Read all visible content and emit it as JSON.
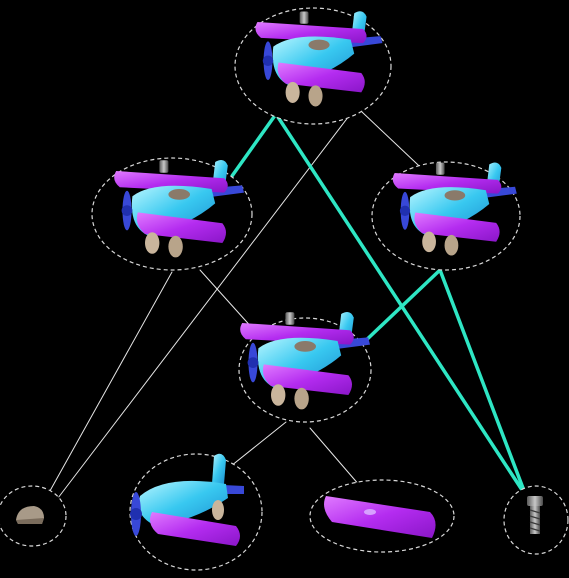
{
  "colors": {
    "background": "#000000",
    "node_outline": "#d9d9d9",
    "thin_edge": "#e6e6e6",
    "highlight_edge": "#2ee6c4",
    "wing_magenta": "#b42cf0",
    "wing_magenta_light": "#d25cff",
    "fuselage_cyan": "#38c8f0",
    "fuselage_light": "#8ff0ff",
    "propeller_blue": "#3848d8",
    "wheel_beige": "#c9b59c",
    "screw_grey": "#8c8c8c",
    "block_grey": "#a89a88"
  },
  "nodes": [
    {
      "id": "n1",
      "part": "full-biplane-icon"
    },
    {
      "id": "n2",
      "part": "biplane-subassembly-left-icon"
    },
    {
      "id": "n3",
      "part": "biplane-subassembly-right-icon"
    },
    {
      "id": "n4",
      "part": "biplane-subassembly-middle-icon"
    },
    {
      "id": "n5",
      "part": "wheel-block-part-icon"
    },
    {
      "id": "n6",
      "part": "fuselage-wing-part-icon"
    },
    {
      "id": "n7",
      "part": "upper-wing-part-icon"
    },
    {
      "id": "n8",
      "part": "screw-part-icon"
    }
  ],
  "edges": [
    {
      "from": "n1",
      "to": "n2",
      "style": "highlight"
    },
    {
      "from": "n1",
      "to": "n3",
      "style": "thin"
    },
    {
      "from": "n1",
      "to": "n5",
      "style": "thin"
    },
    {
      "from": "n1",
      "to": "n8",
      "style": "highlight"
    },
    {
      "from": "n2",
      "to": "n4",
      "style": "thin"
    },
    {
      "from": "n2",
      "to": "n5",
      "style": "thin"
    },
    {
      "from": "n3",
      "to": "n4",
      "style": "highlight"
    },
    {
      "from": "n3",
      "to": "n8",
      "style": "highlight"
    },
    {
      "from": "n4",
      "to": "n6",
      "style": "thin"
    },
    {
      "from": "n4",
      "to": "n7",
      "style": "thin"
    }
  ]
}
